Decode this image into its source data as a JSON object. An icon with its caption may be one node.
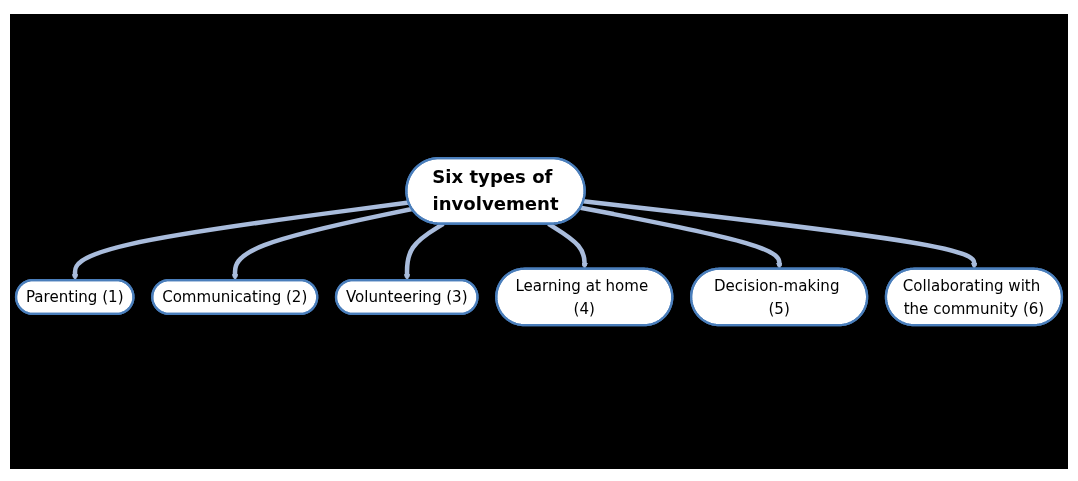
{
  "diagram": {
    "nodes": [
      {
        "text": [
          "Collaborating with the community (6)"
        ]
      },
      {
        "text": [
          "Decision-making (5)"
        ]
      },
      {
        "text": [
          "Parenting (1)"
        ]
      },
      {
        "text": [
          "Six types of involvement"
        ]
      },
      {
        "text": [
          "Learning at home (4)"
        ]
      },
      {
        "text": [
          "Communicating (2)"
        ]
      },
      {
        "text": [
          "Volunteering (3)"
        ]
      }
    ],
    "edges": [
      {
        "from": 3,
        "to": 2,
        "arrow": "to"
      },
      {
        "from": 3,
        "to": 5,
        "arrow": "to"
      },
      {
        "from": 3,
        "to": 6,
        "arrow": "to"
      },
      {
        "from": 3,
        "to": 4,
        "arrow": "to"
      },
      {
        "from": 3,
        "to": 1,
        "arrow": "to"
      },
      {
        "from": 3,
        "to": 0,
        "arrow": "to"
      }
    ]
  }
}
